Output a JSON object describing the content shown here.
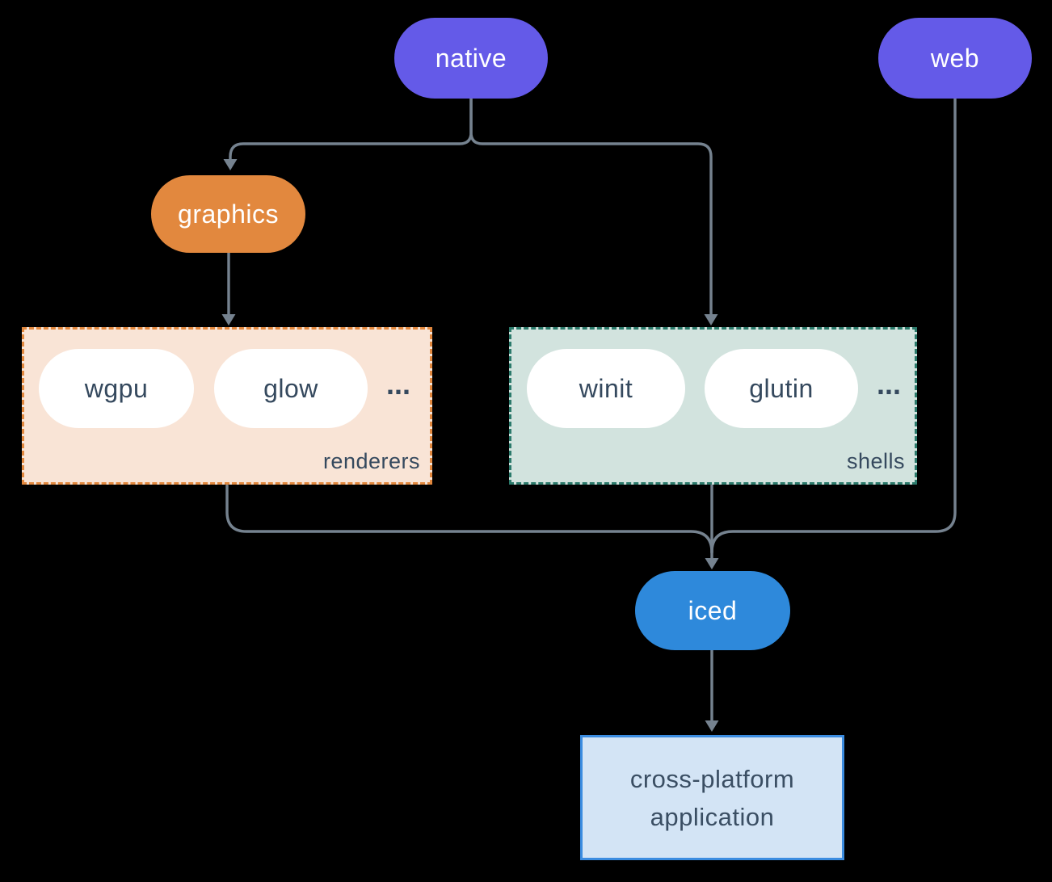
{
  "canvas": {
    "background": "#000000",
    "connector_color": "#75828F"
  },
  "nodes": {
    "native": {
      "label": "native",
      "fill": "#645AE8",
      "text_color": "#FFFFFF"
    },
    "web": {
      "label": "web",
      "fill": "#645AE8",
      "text_color": "#FFFFFF"
    },
    "graphics": {
      "label": "graphics",
      "fill": "#E2883E",
      "text_color": "#FFFFFF"
    },
    "iced": {
      "label": "iced",
      "fill": "#2E89DB",
      "text_color": "#FFFFFF"
    },
    "application": {
      "line1": "cross-platform",
      "line2": "application",
      "fill": "#D3E4F5",
      "border": "#3B8CE0",
      "text_color": "#3A4E63"
    }
  },
  "groups": {
    "renderers": {
      "label": "renderers",
      "fill": "#F9E4D6",
      "border": "#E2883E",
      "items": [
        "wgpu",
        "glow"
      ],
      "ellipsis": "...",
      "item_text_color": "#35495E"
    },
    "shells": {
      "label": "shells",
      "fill": "#D2E3DE",
      "border": "#2B7A6B",
      "items": [
        "winit",
        "glutin"
      ],
      "ellipsis": "...",
      "item_text_color": "#35495E"
    }
  },
  "edges": [
    "native -> graphics",
    "native -> shells",
    "graphics -> renderers",
    "renderers -> iced",
    "shells -> iced",
    "web -> iced",
    "iced -> cross-platform application"
  ]
}
